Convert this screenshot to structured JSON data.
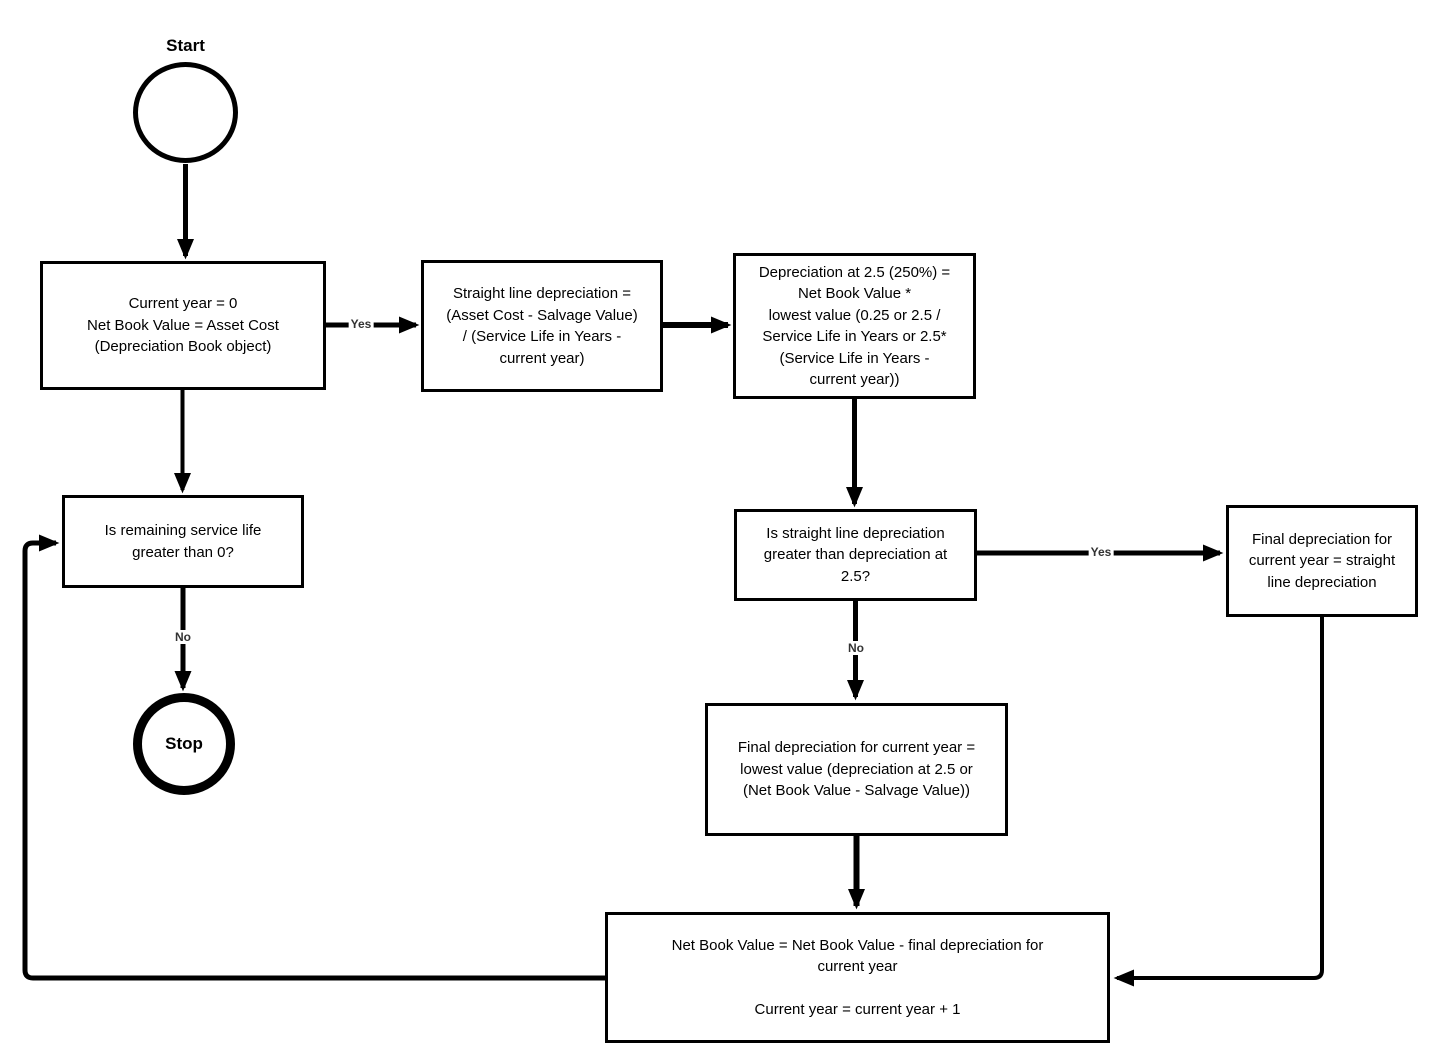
{
  "diagram": {
    "type": "flowchart",
    "colors": {
      "stroke": "#000000",
      "fill": "#ffffff",
      "edge_label": "#333333"
    },
    "nodes": {
      "start": {
        "shape": "circle",
        "label": "Start"
      },
      "init": {
        "shape": "process",
        "text": "Current year = 0\nNet Book Value = Asset Cost\n(Depreciation Book object)"
      },
      "straight_line": {
        "shape": "process",
        "text": "Straight line depreciation =\n(Asset Cost - Salvage Value)\n/ (Service Life in Years -\ncurrent year)"
      },
      "depreciation_250": {
        "shape": "process",
        "text": "Depreciation at 2.5 (250%) =\nNet Book Value *\nlowest value (0.25 or 2.5 /\nService Life in Years or 2.5*\n(Service Life in Years -\ncurrent year))"
      },
      "remaining_life_check": {
        "shape": "decision",
        "text": "Is remaining service life\ngreater than 0?"
      },
      "stop": {
        "shape": "circle",
        "label": "Stop"
      },
      "straight_vs_250_check": {
        "shape": "decision",
        "text": "Is straight line depreciation\ngreater than depreciation at\n2.5?"
      },
      "final_straight": {
        "shape": "process",
        "text": "Final depreciation for\ncurrent year = straight\nline depreciation"
      },
      "final_lowest": {
        "shape": "process",
        "text": "Final depreciation for current year =\nlowest value (depreciation at 2.5 or\n(Net Book Value - Salvage Value))"
      },
      "update": {
        "shape": "process",
        "text": "Net Book Value = Net Book Value - final depreciation for\ncurrent year\n\nCurrent year = current year + 1"
      }
    },
    "edges": [
      {
        "from": "start",
        "to": "init",
        "label": ""
      },
      {
        "from": "init",
        "to": "straight_line",
        "label": "Yes"
      },
      {
        "from": "straight_line",
        "to": "depreciation_250",
        "label": ""
      },
      {
        "from": "depreciation_250",
        "to": "straight_vs_250_check",
        "label": ""
      },
      {
        "from": "init",
        "to": "remaining_life_check",
        "label": ""
      },
      {
        "from": "remaining_life_check",
        "to": "stop",
        "label": "No"
      },
      {
        "from": "straight_vs_250_check",
        "to": "final_straight",
        "label": "Yes"
      },
      {
        "from": "straight_vs_250_check",
        "to": "final_lowest",
        "label": "No"
      },
      {
        "from": "final_lowest",
        "to": "update",
        "label": ""
      },
      {
        "from": "final_straight",
        "to": "update",
        "label": ""
      },
      {
        "from": "update",
        "to": "remaining_life_check",
        "label": ""
      }
    ]
  }
}
